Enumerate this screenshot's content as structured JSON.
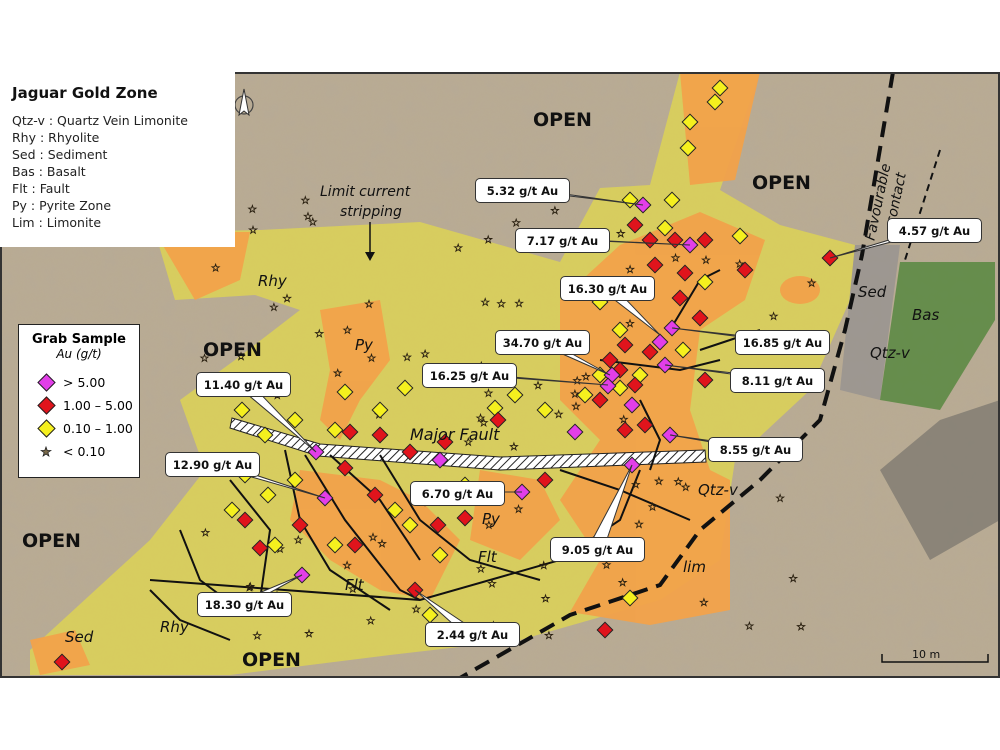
{
  "title": "Jaguar Gold Zone",
  "abbreviations": [
    "Qtz-v : Quartz Vein Limonite",
    "Rhy : Rhyolite",
    "Sed : Sediment",
    "Bas : Basalt",
    "Flt : Fault",
    "Py : Pyrite Zone",
    "Lim : Limonite"
  ],
  "legend": {
    "title": "Grab Sample",
    "subtitle": "Au (g/t)",
    "items": [
      {
        "label": "> 5.00",
        "symbol": "diamond",
        "color": "#e23ee8"
      },
      {
        "label": "1.00 – 5.00",
        "symbol": "diamond",
        "color": "#e0141c"
      },
      {
        "label": "0.10 – 1.00",
        "symbol": "diamond",
        "color": "#f5f01e"
      },
      {
        "label": "< 0.10",
        "symbol": "star",
        "color": "#7a6a4a"
      }
    ]
  },
  "map_labels": {
    "open": "OPEN",
    "rhy": "Rhy",
    "py": "Py",
    "sed": "Sed",
    "bas": "Bas",
    "qtzv": "Qtz-v",
    "lim": "lim",
    "flt": "Flt",
    "major_fault": "Major Fault",
    "limit_line1": "Limit current",
    "limit_line2": "stripping",
    "favourable_line1": "Favourable",
    "favourable_line2": "contact"
  },
  "callouts": [
    "5.32 g/t Au",
    "7.17 g/t Au",
    "4.57 g/t Au",
    "16.30 g/t Au",
    "34.70 g/t Au",
    "16.85 g/t Au",
    "16.25 g/t Au",
    "8.11 g/t Au",
    "11.40 g/t Au",
    "8.55 g/t Au",
    "12.90 g/t Au",
    "6.70 g/t Au",
    "9.05 g/t Au",
    "18.30 g/t Au",
    "2.44 g/t Au"
  ],
  "scale_bar": "10 m",
  "colors": {
    "rhyolite": "#d9cf5a",
    "pyrite": "#f2a24a",
    "basalt": "#5d8a45",
    "sediment": "#9a9590",
    "ground": "#b9ab93"
  }
}
